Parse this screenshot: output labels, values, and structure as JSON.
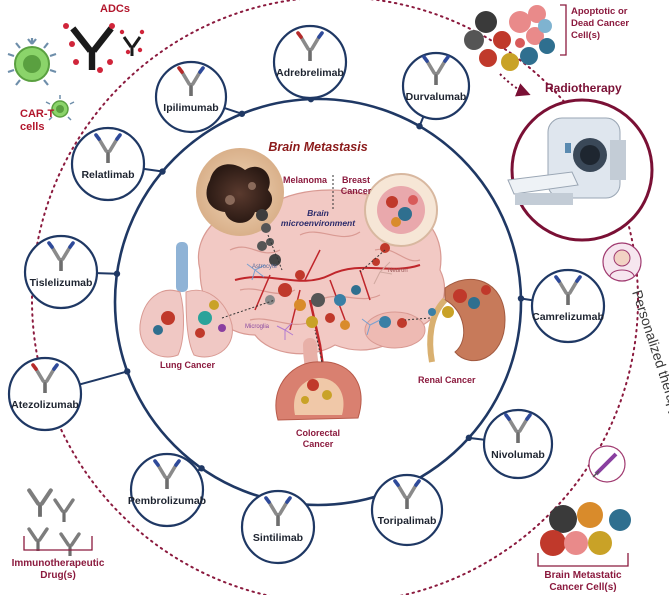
{
  "title": "Brain Metastasis",
  "brain_microenvironment": "Brain microenvironment",
  "cell_labels": {
    "astrocyte": "Astrocyte",
    "microglia": "Microglia",
    "neuron": "Neuron"
  },
  "cancers": {
    "melanoma": "Melanoma",
    "breast": "Breast Cancer",
    "lung": "Lung Cancer",
    "renal": "Renal Cancer",
    "colorectal": "Colorectal Cancer"
  },
  "drugs": [
    "Adrebrelimab",
    "Durvalumab",
    "Camrelizumab",
    "Nivolumab",
    "Toripalimab",
    "Sintilimab",
    "Pembrolizumab",
    "Atezolizumab",
    "Tislelizumab",
    "Relatlimab",
    "Ipilimumab"
  ],
  "corner_labels": {
    "adcs": "ADCs",
    "car_t": "CAR-T cells",
    "apoptotic": "Apoptotic or Dead Cancer Cell(s)",
    "radiotherapy": "Radiotherapy",
    "personalized": "Personalized therapy",
    "immuno": "Immunotherapeutic Drug(s)",
    "metastatic": "Brain Metastatic Cancer Cell(s)"
  },
  "colors": {
    "navy": "#1f3864",
    "maroon": "#7a1035",
    "dotted": "#8b1a3e",
    "antibody_blue": "#2e4a9a",
    "antibody_red": "#b52a2a"
  }
}
